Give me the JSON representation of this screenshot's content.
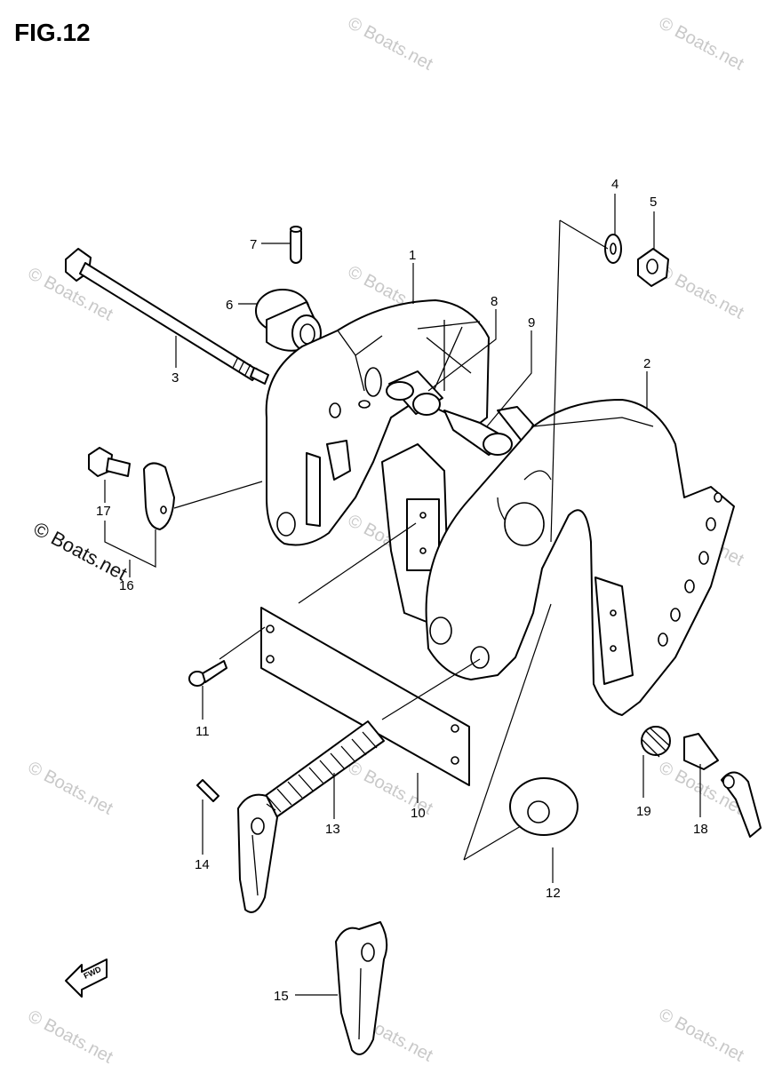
{
  "title": "FIG.12",
  "watermark": "© Boats.net",
  "front_label": "FWD",
  "callouts": [
    {
      "id": "c1",
      "label": "1"
    },
    {
      "id": "c2",
      "label": "2"
    },
    {
      "id": "c3",
      "label": "3"
    },
    {
      "id": "c4",
      "label": "4"
    },
    {
      "id": "c5",
      "label": "5"
    },
    {
      "id": "c6",
      "label": "6"
    },
    {
      "id": "c7",
      "label": "7"
    },
    {
      "id": "c8",
      "label": "8"
    },
    {
      "id": "c9",
      "label": "9"
    },
    {
      "id": "c10",
      "label": "10"
    },
    {
      "id": "c11",
      "label": "11"
    },
    {
      "id": "c12",
      "label": "12"
    },
    {
      "id": "c13",
      "label": "13"
    },
    {
      "id": "c14",
      "label": "14"
    },
    {
      "id": "c15",
      "label": "15"
    },
    {
      "id": "c16",
      "label": "16"
    },
    {
      "id": "c17",
      "label": "17"
    },
    {
      "id": "c18",
      "label": "18"
    },
    {
      "id": "c19",
      "label": "19"
    }
  ]
}
